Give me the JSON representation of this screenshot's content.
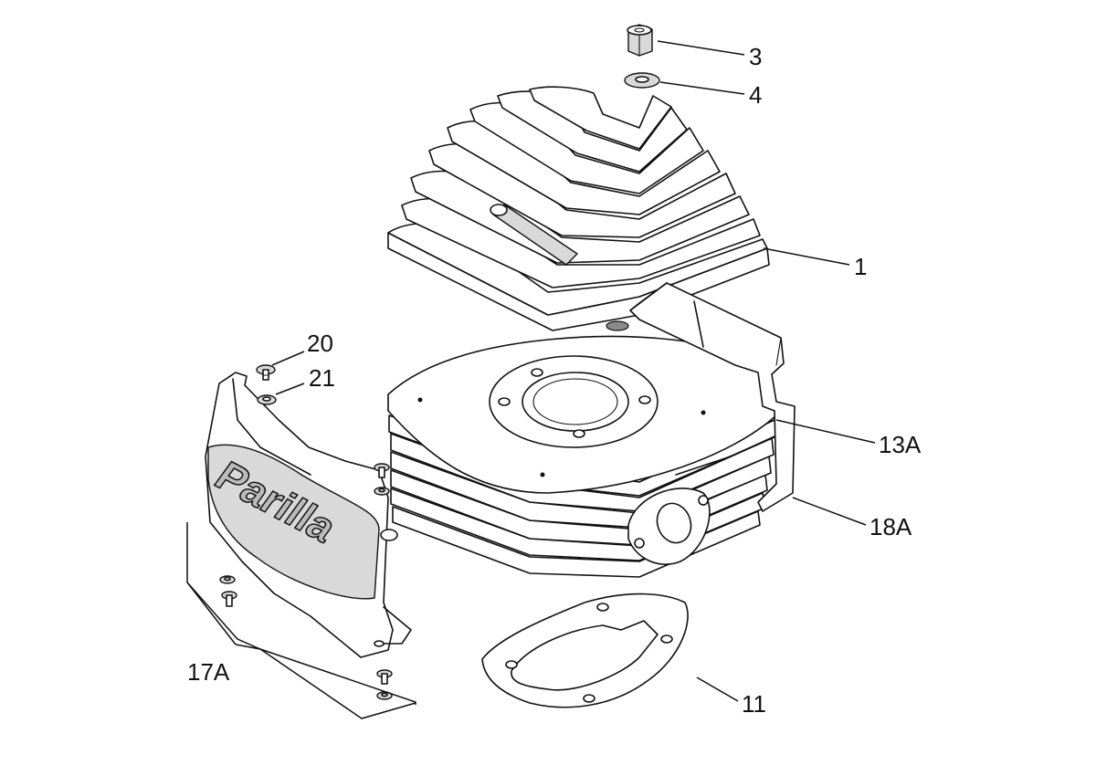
{
  "callouts": [
    {
      "id": "3",
      "label": "3"
    },
    {
      "id": "4",
      "label": "4"
    },
    {
      "id": "1",
      "label": "1"
    },
    {
      "id": "20",
      "label": "20"
    },
    {
      "id": "21",
      "label": "21"
    },
    {
      "id": "13A",
      "label": "13A"
    },
    {
      "id": "18A",
      "label": "18A"
    },
    {
      "id": "17A",
      "label": "17A"
    },
    {
      "id": "11",
      "label": "11"
    }
  ],
  "cover_logo": "Parilla",
  "colors": {
    "line": "#111111",
    "background": "#ffffff",
    "shade": "#d9d9d9"
  }
}
